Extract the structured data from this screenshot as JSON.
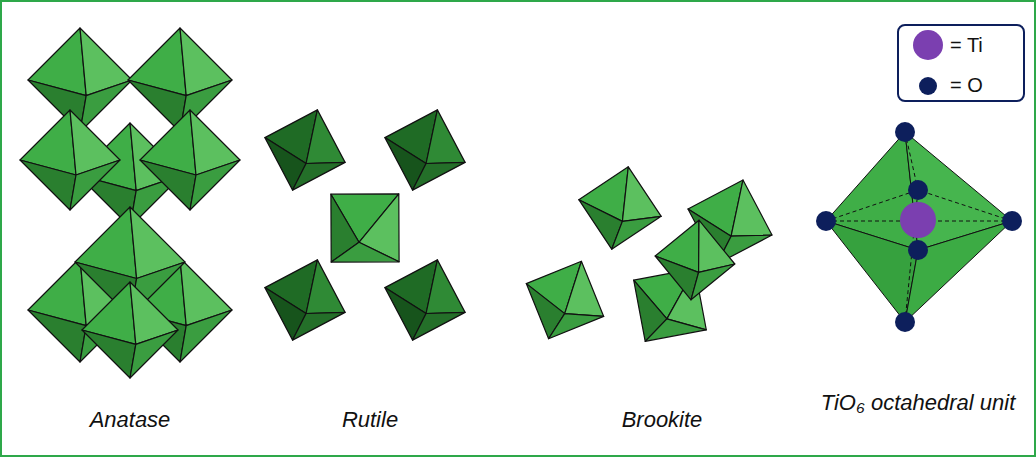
{
  "diagram": {
    "labels": [
      "Anatase",
      "Rutile",
      "Brookite",
      "TiO₆ octahedral unit"
    ],
    "legend": [
      {
        "text": "= Ti",
        "color": "#7b3fb0"
      },
      {
        "text": "= O",
        "color": "#0d1f5c"
      }
    ]
  }
}
